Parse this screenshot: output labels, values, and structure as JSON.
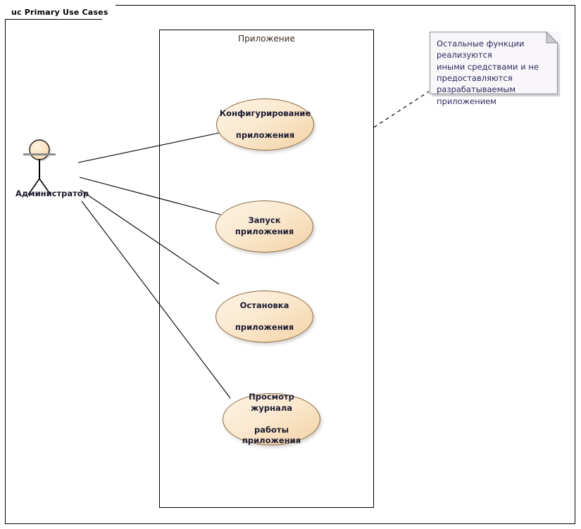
{
  "diagram": {
    "frame_label": "uc Primary Use Cases",
    "boundary_label": "Приложение",
    "actor": {
      "name": "Администратор",
      "icon": "stick-figure-actor-icon"
    },
    "use_cases": [
      {
        "id": "uc-configure",
        "label": "Конфигурирование приложения",
        "lines": [
          "Конфигурирование",
          "приложения"
        ]
      },
      {
        "id": "uc-start",
        "label": "Запуск приложения",
        "lines": [
          "Запуск приложения"
        ]
      },
      {
        "id": "uc-stop",
        "label": "Остановка приложения",
        "lines": [
          "Остановка",
          "приложения"
        ]
      },
      {
        "id": "uc-viewlog",
        "label": "Просмотр журнала работы приложения",
        "lines": [
          "Просмотр журнала",
          "работы приложения"
        ]
      }
    ],
    "note": {
      "text": "Остальные функции реализуются иными средствами и не предоставляются разрабатываемым приложением",
      "lines": [
        "Остальные функции реализуются",
        "иными средствами и не",
        "предоставляются",
        "разрабатываемым приложением"
      ]
    },
    "colors": {
      "usecase_fill_light": "#fdf3e3",
      "usecase_fill_dark": "#f2d2a4",
      "usecase_stroke": "#8a6a42",
      "note_fill": "#f8f6f9",
      "note_text": "#2b2b5e",
      "line": "#000000",
      "boundary_label": "#3a2a22"
    }
  }
}
